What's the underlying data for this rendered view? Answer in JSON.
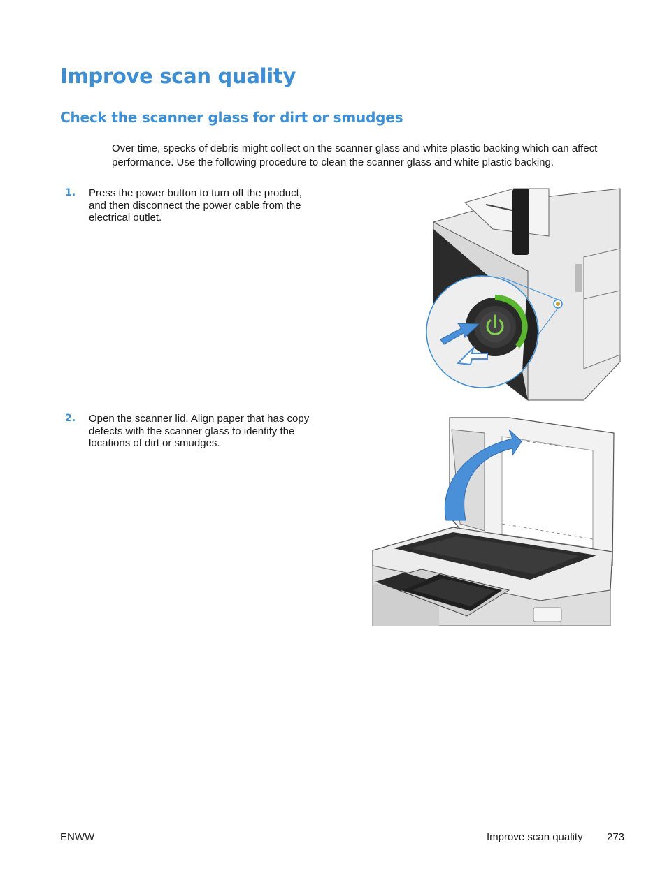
{
  "heading": "Improve scan quality",
  "subheading": "Check the scanner glass for dirt or smudges",
  "intro": "Over time, specks of debris might collect on the scanner glass and white plastic backing which can affect performance. Use the following procedure to clean the scanner glass and white plastic backing.",
  "steps": [
    {
      "number": "1.",
      "text": "Press the power button to turn off the product, and then disconnect the power cable from the electrical outlet."
    },
    {
      "number": "2.",
      "text": "Open the scanner lid. Align paper that has copy defects with the scanner glass to identify the locations of dirt or smudges."
    }
  ],
  "footer": {
    "left": "ENWW",
    "section": "Improve scan quality",
    "page_number": "273"
  },
  "colors": {
    "accent": "#3c8fd4",
    "power_green": "#5ab52f",
    "arrow_blue": "#4a90d9"
  },
  "icons": [
    "power-icon",
    "arrow-icon",
    "unplug-icon"
  ]
}
